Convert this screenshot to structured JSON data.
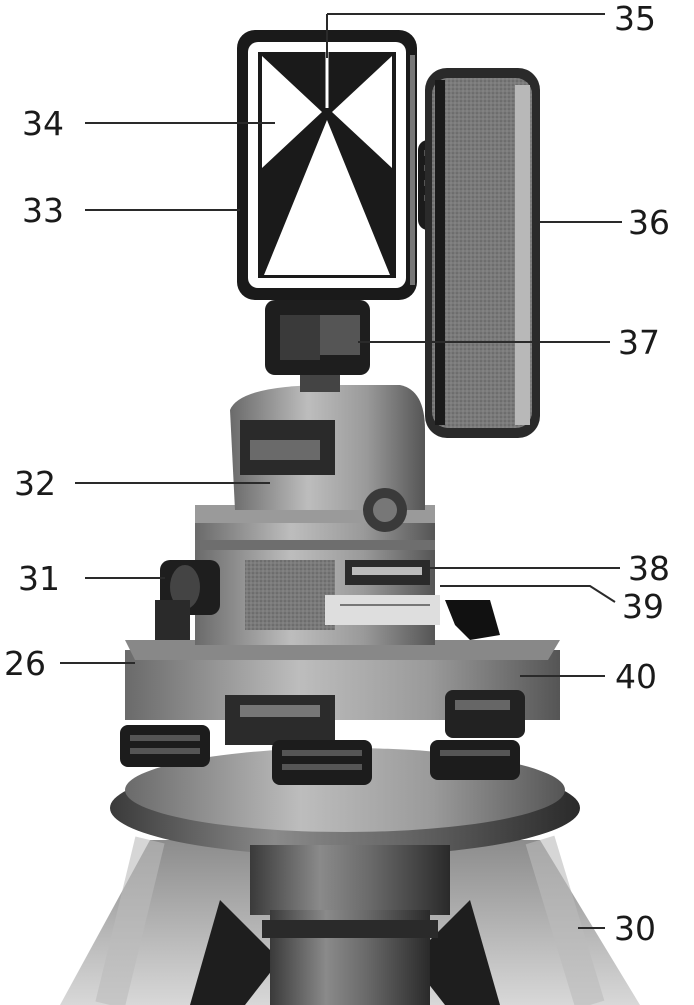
{
  "figure": {
    "callouts": [
      {
        "id": "35",
        "label": "35"
      },
      {
        "id": "34",
        "label": "34"
      },
      {
        "id": "33",
        "label": "33"
      },
      {
        "id": "36",
        "label": "36"
      },
      {
        "id": "37",
        "label": "37"
      },
      {
        "id": "32",
        "label": "32"
      },
      {
        "id": "31",
        "label": "31"
      },
      {
        "id": "38",
        "label": "38"
      },
      {
        "id": "39",
        "label": "39"
      },
      {
        "id": "26",
        "label": "26"
      },
      {
        "id": "40",
        "label": "40"
      },
      {
        "id": "30",
        "label": "30"
      }
    ]
  },
  "colors": {
    "dark": "#1c1c1c",
    "mid": "#5a5a5a",
    "light": "#a8a8a8",
    "paper": "#ffffff"
  }
}
